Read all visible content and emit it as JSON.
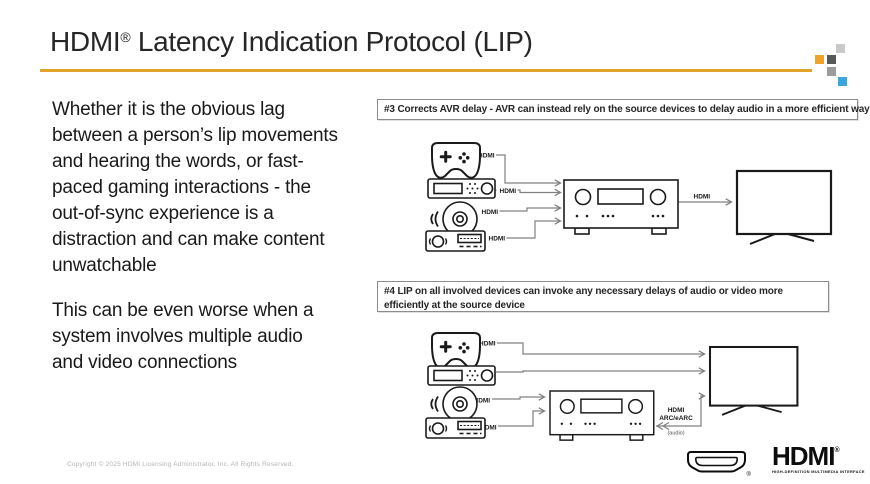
{
  "slide": {
    "title": {
      "brand": "HDMI",
      "reg": "®",
      "rest": " Latency Indication Protocol (LIP)"
    },
    "left_column": {
      "paragraphs": [
        "Whether it is the obvious lag between a person’s lip movements and hearing the words, or fast-paced gaming interactions - the out-of-sync experience is a distraction and can make content unwatchable",
        "This can be even worse when a system involves multiple audio and video connections"
      ]
    },
    "labels": {
      "hdmi": "HDMI",
      "arc_line1": "HDMI",
      "arc_line2": "ARC/eARC",
      "audio": "(audio)"
    },
    "diagram1": {
      "caption": "#3 Corrects AVR delay - AVR can instead rely on the source devices to delay audio in a more efficient way",
      "devices": [
        "game-controller",
        "set-top-box",
        "disc-player",
        "media-player",
        "avr-receiver",
        "tv"
      ]
    },
    "diagram2": {
      "caption": "#4 LIP on all involved devices can invoke any necessary delays of audio or video more efficiently at the source device",
      "devices": [
        "game-controller",
        "set-top-box",
        "disc-player",
        "media-player",
        "avr-receiver",
        "tv"
      ]
    },
    "footer": {
      "copyright": "Copyright © 2025 HDMI Licensing Administrator, Inc.  All Rights Reserved.",
      "wordmark": "HDMI",
      "reg": "®",
      "tagline": "HIGH-DEFINITION MULTIMEDIA INTERFACE"
    },
    "colors": {
      "accent_gold": "#E2A32B",
      "square_orange": "#EFA32C",
      "square_dark_gray": "#58585A",
      "square_mid_gray": "#9B9C9E",
      "square_light_gray": "#C8C9CA",
      "square_blue": "#3AA7DC",
      "wire_gray": "#808080"
    }
  }
}
